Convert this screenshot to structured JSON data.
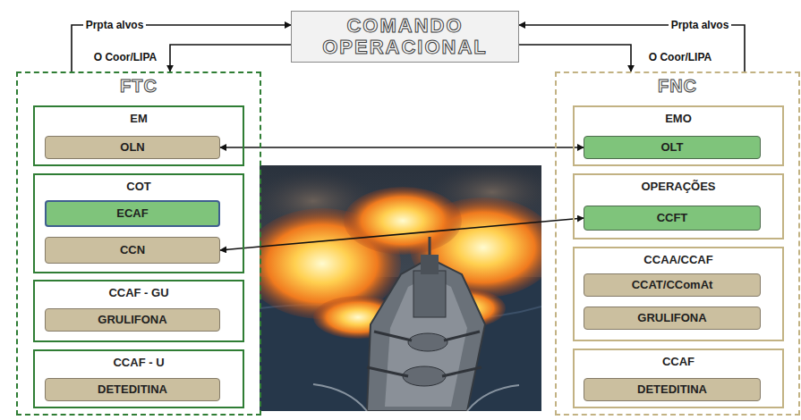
{
  "diagram": {
    "nodes": [
      {
        "text": [
          "COMANDO OPERACIONAL"
        ]
      },
      {
        "text": [
          "FTC"
        ]
      },
      {
        "text": [
          "EM"
        ],
        "in": 1
      },
      {
        "text": [
          "OLN"
        ],
        "in": 2
      },
      {
        "text": [
          "COT"
        ],
        "in": 1
      },
      {
        "text": [
          "ECAF"
        ],
        "in": 4
      },
      {
        "text": [
          "CCN"
        ],
        "in": 4
      },
      {
        "text": [
          "CCAF - GU"
        ],
        "in": 1
      },
      {
        "text": [
          "GRULIFONA"
        ],
        "in": 7
      },
      {
        "text": [
          "CCAF - U"
        ],
        "in": 1
      },
      {
        "text": [
          "DETEDITINA"
        ],
        "in": 9
      },
      {
        "text": [
          "FNC"
        ]
      },
      {
        "text": [
          "EMO"
        ],
        "in": 11
      },
      {
        "text": [
          "OLT"
        ],
        "in": 12
      },
      {
        "text": [
          "OPERAÇÕES"
        ],
        "in": 11
      },
      {
        "text": [
          "CCFT"
        ],
        "in": 14
      },
      {
        "text": [
          "CCAA/CCAF"
        ],
        "in": 11
      },
      {
        "text": [
          "CCAT/CComAt"
        ],
        "in": 16
      },
      {
        "text": [
          "GRULIFONA"
        ],
        "in": 16
      },
      {
        "text": [
          "CCAF"
        ],
        "in": 11
      },
      {
        "text": [
          "DETEDITINA"
        ],
        "in": 19
      }
    ],
    "edges": [
      {
        "from": 1,
        "to": 0,
        "arrow": "to",
        "label": "Prpta alvos"
      },
      {
        "from": 0,
        "to": 1,
        "arrow": "to",
        "label": "O Coor/LIPA"
      },
      {
        "from": 11,
        "to": 0,
        "arrow": "to",
        "label": "Prpta alvos"
      },
      {
        "from": 0,
        "to": 11,
        "arrow": "to",
        "label": "O Coor/LIPA"
      },
      {
        "from": 3,
        "to": 13,
        "arrow": "both"
      },
      {
        "from": 6,
        "to": 15,
        "arrow": "both"
      }
    ]
  }
}
